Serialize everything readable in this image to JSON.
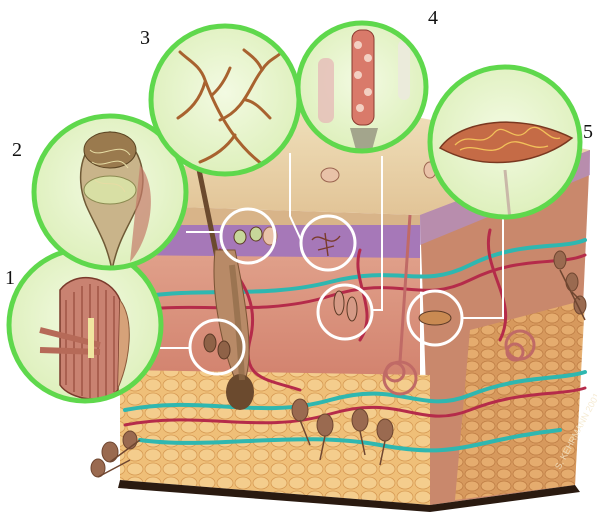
{
  "labels": {
    "n1": "1",
    "n2": "2",
    "n3": "3",
    "n4": "4",
    "n5": "5"
  },
  "credit": "S. KEHRMANN 2001",
  "colors": {
    "ring": "#5fd84c",
    "inset_fill": "#eaf6cf",
    "callout": "#ffffff",
    "epidermis": "#e6cba0",
    "papillary": "#9b6bb0",
    "dermis": "#d9937f",
    "fat": "#e8b46c",
    "vessel_cyan": "#2fb7b0",
    "vessel_red": "#b52b4a",
    "hair": "#6b4a2e"
  }
}
